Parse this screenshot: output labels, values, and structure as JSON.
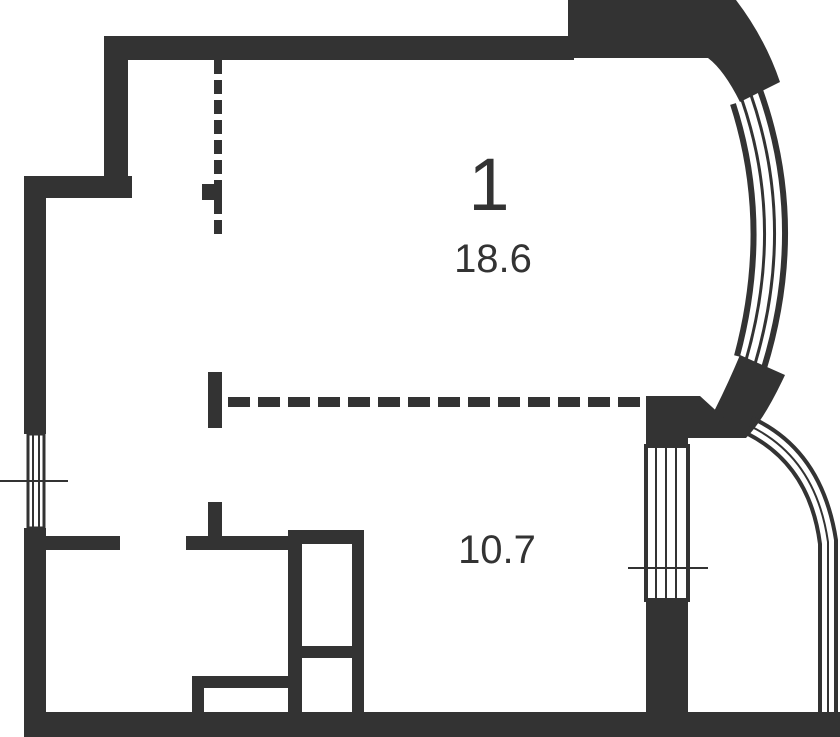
{
  "plan": {
    "rooms": [
      {
        "id": "living-room",
        "number": "1",
        "area": "18.6"
      },
      {
        "id": "kitchen",
        "number": "",
        "area": "10.7"
      }
    ],
    "colors": {
      "wall": "#333333",
      "background": "#ffffff"
    }
  }
}
